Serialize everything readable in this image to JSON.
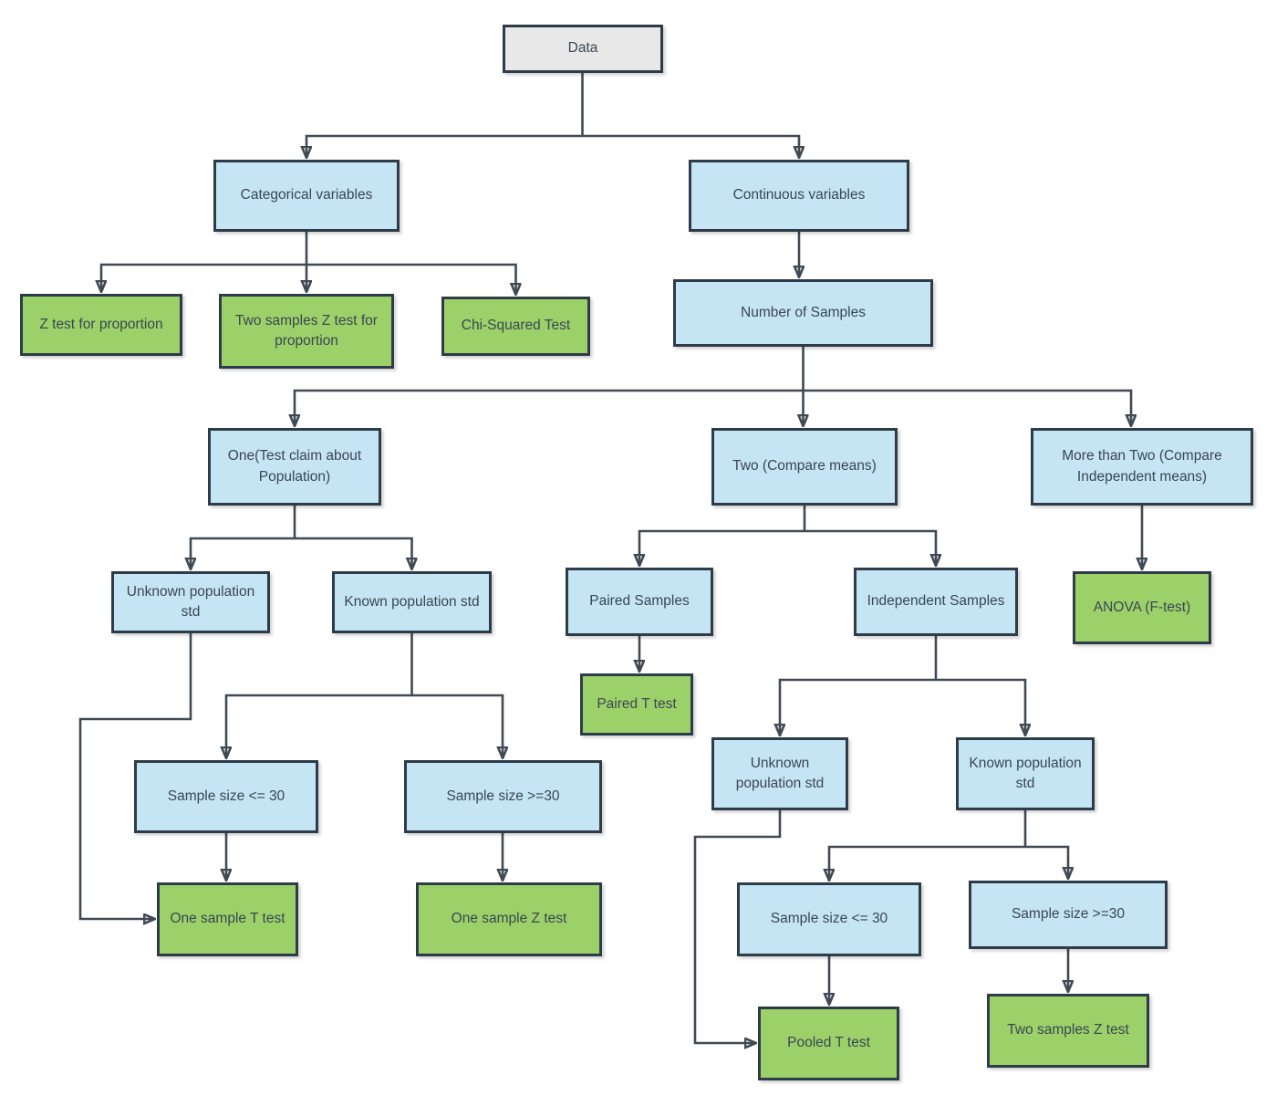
{
  "diagram": {
    "type": "flowchart",
    "description": "Decision tree for choosing a statistical hypothesis test",
    "colors": {
      "root_fill": "#e8e8e8",
      "decision_fill": "#c5e5f4",
      "test_fill": "#9cd169",
      "border": "#2e3c49",
      "connector": "#404a54",
      "text": "#3a4653",
      "background": "#ffffff"
    },
    "nodes": [
      {
        "id": "data",
        "label": "Data",
        "kind": "root"
      },
      {
        "id": "categorical-variables",
        "label": "Categorical variables",
        "kind": "decision"
      },
      {
        "id": "continuous-variables",
        "label": "Continuous variables",
        "kind": "decision"
      },
      {
        "id": "z-test-for-proportion",
        "label": "Z test for proportion",
        "kind": "test"
      },
      {
        "id": "two-samples-z-test-for-proportion",
        "label": "Two samples Z test for proportion",
        "kind": "test"
      },
      {
        "id": "chi-squared-test",
        "label": "Chi-Squared Test",
        "kind": "test"
      },
      {
        "id": "number-of-samples",
        "label": "Number of Samples",
        "kind": "decision"
      },
      {
        "id": "one-test-claim-about-population",
        "label": "One(Test claim about Population)",
        "kind": "decision"
      },
      {
        "id": "two-compare-means",
        "label": "Two (Compare means)",
        "kind": "decision"
      },
      {
        "id": "more-than-two-compare-independent-means",
        "label": "More than Two (Compare Independent means)",
        "kind": "decision"
      },
      {
        "id": "unknown-population-std-one-sample",
        "label": "Unknown population std",
        "kind": "decision"
      },
      {
        "id": "known-population-std-one-sample",
        "label": "Known population std",
        "kind": "decision"
      },
      {
        "id": "paired-samples",
        "label": "Paired Samples",
        "kind": "decision"
      },
      {
        "id": "independent-samples",
        "label": "Independent Samples",
        "kind": "decision"
      },
      {
        "id": "anova-f-test",
        "label": "ANOVA (F-test)",
        "kind": "test"
      },
      {
        "id": "paired-t-test",
        "label": "Paired T test",
        "kind": "test"
      },
      {
        "id": "unknown-population-std-two-sample",
        "label": "Unknown population std",
        "kind": "decision"
      },
      {
        "id": "known-population-std-two-sample",
        "label": "Known population std",
        "kind": "decision"
      },
      {
        "id": "sample-size-le-30-one-sample",
        "label": "Sample size <= 30",
        "kind": "decision"
      },
      {
        "id": "sample-size-ge-30-one-sample",
        "label": "Sample size >=30",
        "kind": "decision"
      },
      {
        "id": "one-sample-t-test",
        "label": "One sample T test",
        "kind": "test"
      },
      {
        "id": "one-sample-z-test",
        "label": "One sample Z test",
        "kind": "test"
      },
      {
        "id": "sample-size-le-30-two-sample",
        "label": "Sample size <= 30",
        "kind": "decision"
      },
      {
        "id": "sample-size-ge-30-two-sample",
        "label": "Sample size >=30",
        "kind": "decision"
      },
      {
        "id": "pooled-t-test",
        "label": "Pooled T test",
        "kind": "test"
      },
      {
        "id": "two-samples-z-test",
        "label": "Two samples Z test",
        "kind": "test"
      }
    ],
    "edges": [
      {
        "from": "data",
        "to": "categorical-variables"
      },
      {
        "from": "data",
        "to": "continuous-variables"
      },
      {
        "from": "categorical-variables",
        "to": "z-test-for-proportion"
      },
      {
        "from": "categorical-variables",
        "to": "two-samples-z-test-for-proportion"
      },
      {
        "from": "categorical-variables",
        "to": "chi-squared-test"
      },
      {
        "from": "continuous-variables",
        "to": "number-of-samples"
      },
      {
        "from": "number-of-samples",
        "to": "one-test-claim-about-population"
      },
      {
        "from": "number-of-samples",
        "to": "two-compare-means"
      },
      {
        "from": "number-of-samples",
        "to": "more-than-two-compare-independent-means"
      },
      {
        "from": "one-test-claim-about-population",
        "to": "unknown-population-std-one-sample"
      },
      {
        "from": "one-test-claim-about-population",
        "to": "known-population-std-one-sample"
      },
      {
        "from": "unknown-population-std-one-sample",
        "to": "one-sample-t-test"
      },
      {
        "from": "known-population-std-one-sample",
        "to": "sample-size-le-30-one-sample"
      },
      {
        "from": "known-population-std-one-sample",
        "to": "sample-size-ge-30-one-sample"
      },
      {
        "from": "sample-size-le-30-one-sample",
        "to": "one-sample-t-test"
      },
      {
        "from": "sample-size-ge-30-one-sample",
        "to": "one-sample-z-test"
      },
      {
        "from": "two-compare-means",
        "to": "paired-samples"
      },
      {
        "from": "two-compare-means",
        "to": "independent-samples"
      },
      {
        "from": "paired-samples",
        "to": "paired-t-test"
      },
      {
        "from": "independent-samples",
        "to": "unknown-population-std-two-sample"
      },
      {
        "from": "independent-samples",
        "to": "known-population-std-two-sample"
      },
      {
        "from": "unknown-population-std-two-sample",
        "to": "pooled-t-test"
      },
      {
        "from": "known-population-std-two-sample",
        "to": "sample-size-le-30-two-sample"
      },
      {
        "from": "known-population-std-two-sample",
        "to": "sample-size-ge-30-two-sample"
      },
      {
        "from": "sample-size-le-30-two-sample",
        "to": "pooled-t-test"
      },
      {
        "from": "sample-size-ge-30-two-sample",
        "to": "two-samples-z-test"
      },
      {
        "from": "more-than-two-compare-independent-means",
        "to": "anova-f-test"
      }
    ]
  }
}
